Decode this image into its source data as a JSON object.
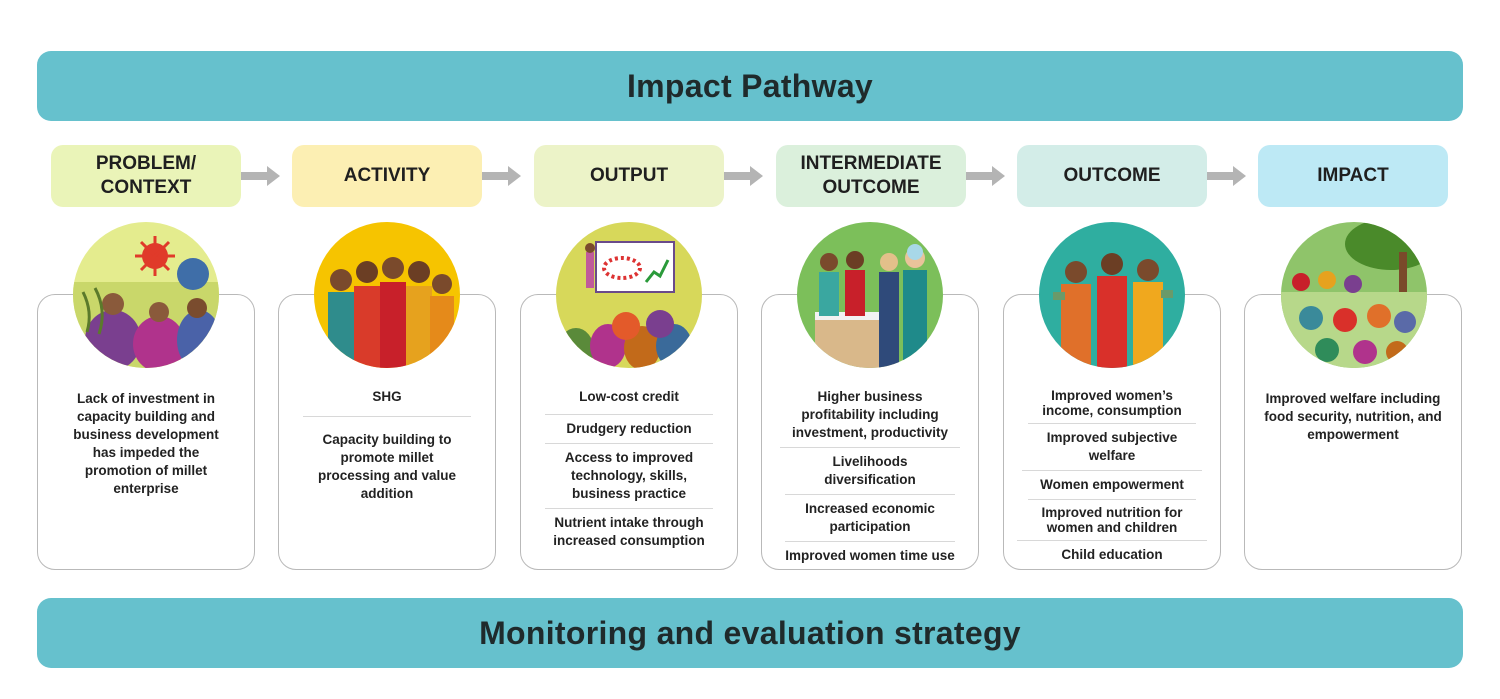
{
  "header": {
    "title": "Impact Pathway"
  },
  "footer": {
    "title": "Monitoring and evaluation strategy"
  },
  "stages": [
    {
      "label": "PROBLEM/ CONTEXT",
      "color": "#eaf4b8",
      "items": [
        "Lack of investment in capacity building and business development has impeded the promotion of millet enterprise"
      ]
    },
    {
      "label": "ACTIVITY",
      "color": "#fcefb3",
      "items": [
        "SHG",
        "Capacity building to promote millet processing and value addition"
      ]
    },
    {
      "label": "OUTPUT",
      "color": "#ecf3c8",
      "items": [
        "Low-cost credit",
        "Drudgery reduction",
        "Access to improved technology, skills, business practice",
        "Nutrient intake through increased consumption"
      ]
    },
    {
      "label": "INTERMEDIATE OUTCOME",
      "color": "#dbf0dc",
      "items": [
        "Higher business profitability including investment, productivity",
        "Livelihoods diversification",
        "Increased economic participation",
        "Improved women time use"
      ]
    },
    {
      "label": "OUTCOME",
      "color": "#d3ede8",
      "items": [
        "Improved women’s income, consumption",
        "Improved subjective welfare",
        "Women empowerment",
        "Improved nutrition for women and children",
        "Child education"
      ]
    },
    {
      "label": "IMPACT",
      "color": "#bde9f5",
      "items": [
        "Improved welfare including food security, nutrition, and empowerment"
      ]
    }
  ],
  "colors": {
    "banner": "#66c1cd",
    "arrow": "#b4b4b4",
    "card_border": "#b9b9b9"
  }
}
